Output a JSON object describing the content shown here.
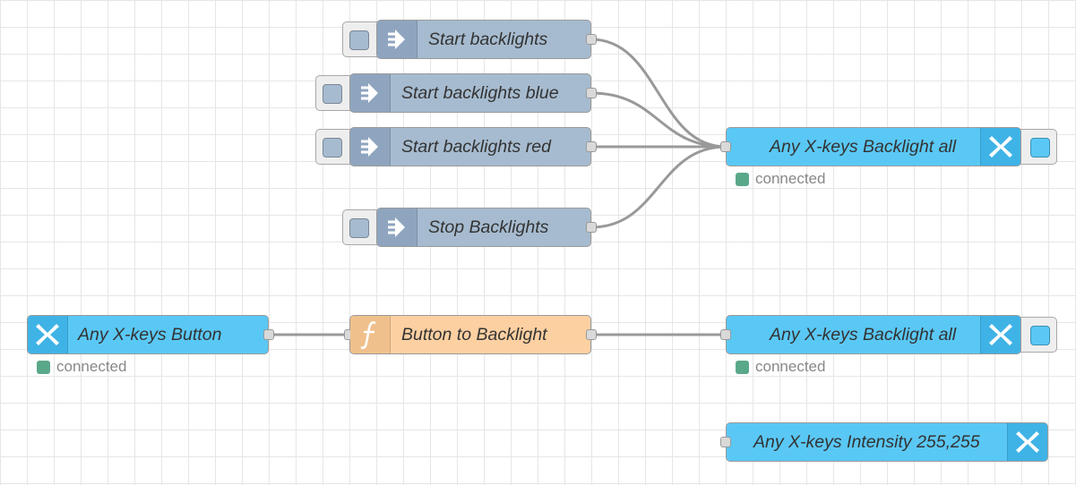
{
  "colors": {
    "inject": "#a6bbcf",
    "function": "#fdd0a2",
    "xkeys": "#5ac8f5",
    "wire": "#999999",
    "status_connected": "#5aa88a",
    "canvas_grid": "#e6e6e6"
  },
  "nodes": {
    "inject_start": {
      "label": "Start backlights",
      "icon": "arrow-right-icon"
    },
    "inject_blue": {
      "label": "Start backlights blue",
      "icon": "arrow-right-icon"
    },
    "inject_red": {
      "label": "Start backlights red",
      "icon": "arrow-right-icon"
    },
    "inject_stop": {
      "label": "Stop Backlights",
      "icon": "arrow-right-icon"
    },
    "backlight_top": {
      "label": "Any X-keys Backlight all",
      "icon": "xkeys-icon",
      "status": "connected"
    },
    "button_in": {
      "label": "Any X-keys Button",
      "icon": "xkeys-icon",
      "status": "connected"
    },
    "func": {
      "label": "Button to Backlight",
      "icon": "function-icon"
    },
    "backlight_bottom": {
      "label": "Any X-keys Backlight all",
      "icon": "xkeys-icon",
      "status": "connected"
    },
    "intensity": {
      "label": "Any X-keys Intensity 255,255",
      "icon": "xkeys-icon"
    }
  }
}
